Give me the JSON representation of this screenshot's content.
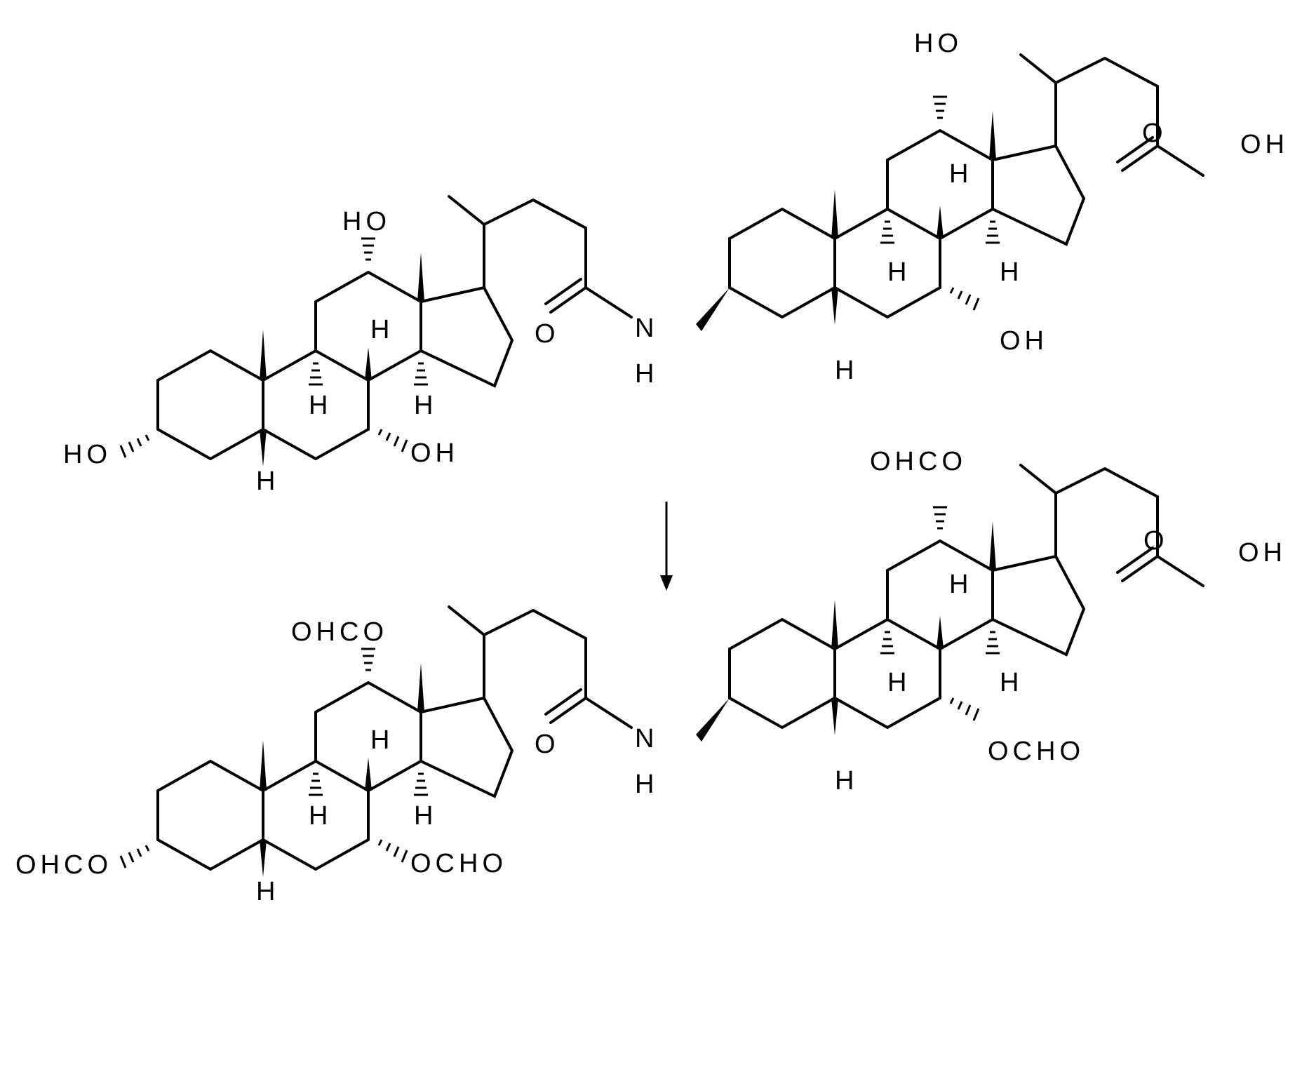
{
  "scheme": {
    "upper_left": {
      "oh_c12": "HO",
      "h_c8": "H",
      "h_c9": "H",
      "h_c14": "H",
      "h_c5": "H",
      "oh_c3": "HO",
      "oh_c7": "OH",
      "amide_o": "O",
      "amide_n": "N",
      "amide_h": "H"
    },
    "upper_right": {
      "oh_c12": "HO",
      "acid_o": "O",
      "acid_oh": "OH",
      "h_c8": "H",
      "h_c9": "H",
      "h_c14": "H",
      "h_c5": "H",
      "oh_c7": "OH"
    },
    "lower_left": {
      "ohco_c12": "OHCO",
      "h_c8": "H",
      "h_c9": "H",
      "h_c14": "H",
      "h_c5": "H",
      "ohco_c3": "OHCO",
      "ocho_c7": "OCHO",
      "amide_o": "O",
      "amide_n": "N",
      "amide_h": "H"
    },
    "lower_right": {
      "ohco_c12": "OHCO",
      "acid_o": "O",
      "acid_oh": "OH",
      "h_c8": "H",
      "h_c9": "H",
      "h_c14": "H",
      "h_c5": "H",
      "ocho_c7": "OCHO"
    }
  }
}
